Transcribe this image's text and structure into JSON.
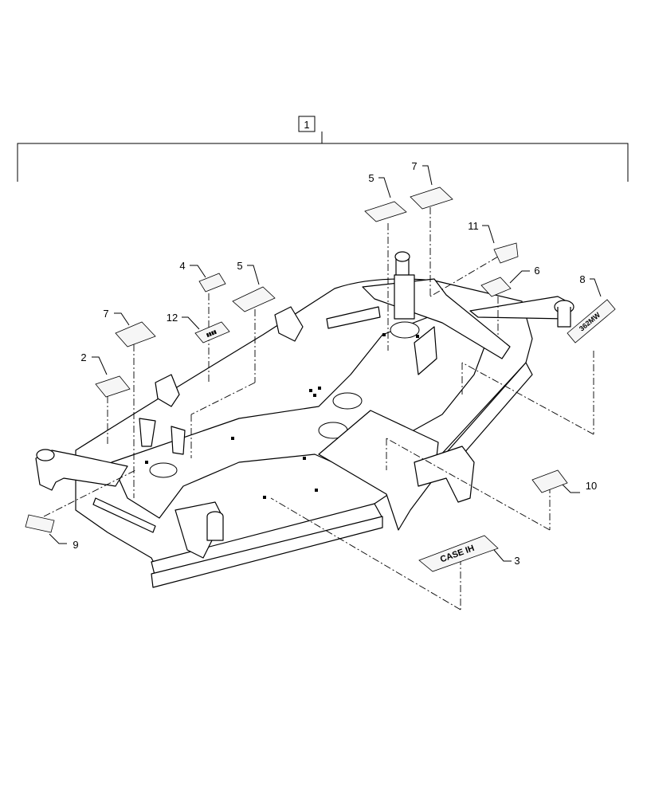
{
  "assembly": {
    "item_number": "1"
  },
  "callouts": {
    "c2": "2",
    "c3": "3",
    "c4": "4",
    "c5a": "5",
    "c5b": "5",
    "c6": "6",
    "c7a": "7",
    "c7b": "7",
    "c8": "8",
    "c9": "9",
    "c10": "10",
    "c11": "11",
    "c12": "12"
  },
  "decal_text": {
    "case_ih": "CASE IH",
    "serial": "362MW"
  }
}
